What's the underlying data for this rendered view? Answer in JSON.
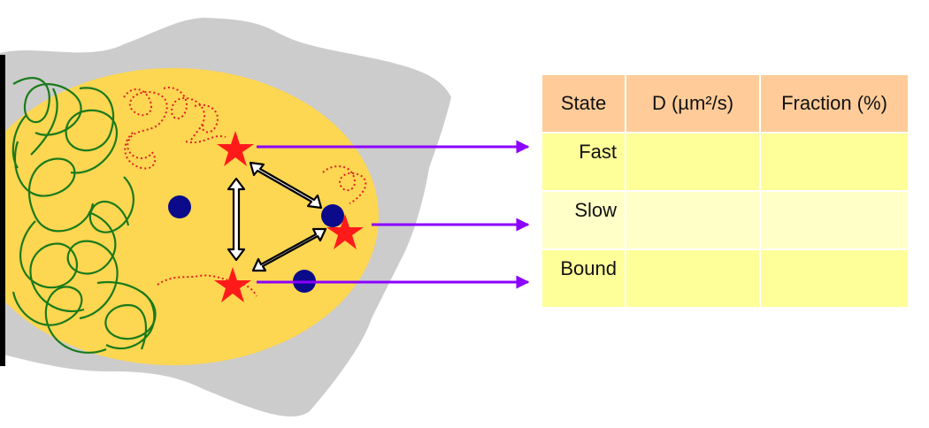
{
  "table": {
    "headers": [
      "State",
      "D (µm²/s)",
      "Fraction (%)"
    ],
    "rows": [
      {
        "state": "Fast",
        "diffusion": "",
        "fraction": ""
      },
      {
        "state": "Slow",
        "diffusion": "",
        "fraction": ""
      },
      {
        "state": "Bound",
        "diffusion": "",
        "fraction": ""
      }
    ]
  },
  "colors": {
    "cell_outline": "#cccccc",
    "nucleus": "#fdd652",
    "chromatin": "#1a7a1a",
    "dna_strand": "#e02020",
    "molecule_star": "#ff1a1a",
    "blob": "#0a0a8a",
    "transition_arrow": "#000000",
    "pointer_arrow": "#8b00ff",
    "header_fill": "#ffcc99",
    "row_fill_fast": "#ffff99",
    "row_fill_slow": "#ffffc8",
    "row_fill_bound": "#ffff99",
    "membrane_edge": "#000000"
  }
}
